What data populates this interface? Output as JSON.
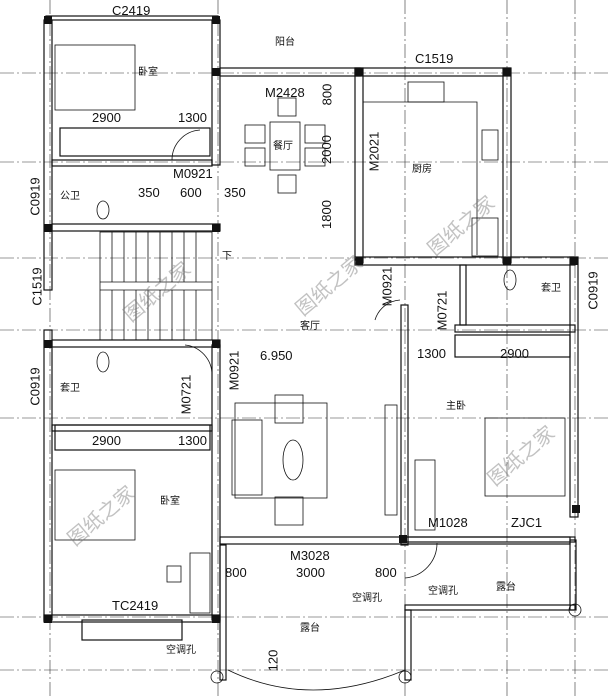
{
  "rooms": {
    "bedroom_nw": "卧室",
    "balcony_n": "阳台",
    "dining": "餐厅",
    "kitchen": "厨房",
    "public_bath": "公卫",
    "living": "客厅",
    "ensuite_e": "套卫",
    "ensuite_w": "套卫",
    "master_bedroom": "主卧",
    "bedroom_sw": "卧室",
    "terrace_s": "露台",
    "terrace_se": "露台"
  },
  "openings": {
    "c2419": "C2419",
    "m2428": "M2428",
    "c1519_top": "C1519",
    "m2021": "M2021",
    "c0919_w1": "C0919",
    "m0921_bath": "M0921",
    "c1519_w": "C1519",
    "m0921_e": "M0921",
    "m0721_e": "M0721",
    "c0919_e": "C0919",
    "c0919_w2": "C0919",
    "m0721_w": "M0721",
    "m0921_w": "M0921",
    "m1028": "M1028",
    "zjc1": "ZJC1",
    "m3028": "M3028",
    "tc2419": "TC2419"
  },
  "dimensions": {
    "d2900_nw": "2900",
    "d1300_nw": "1300",
    "d800_v": "800",
    "d2000_v": "2000",
    "d1800_v": "1800",
    "d350_a": "350",
    "d600": "600",
    "d350_b": "350",
    "d1300_e": "1300",
    "d2900_e": "2900",
    "d2900_sw": "2900",
    "d1300_sw": "1300",
    "d800_a": "800",
    "d3000": "3000",
    "d800_b": "800",
    "d120": "120"
  },
  "annotations": {
    "stair_down": "下",
    "elevation": "6.950",
    "ac_hole_1": "空调孔",
    "ac_hole_2": "空调孔",
    "ac_hole_3": "空调孔"
  },
  "watermark": "图纸之家",
  "colors": {
    "line": "#111111",
    "wall_fill": "#ffffff",
    "column": "#111111",
    "watermark": "#888888"
  }
}
